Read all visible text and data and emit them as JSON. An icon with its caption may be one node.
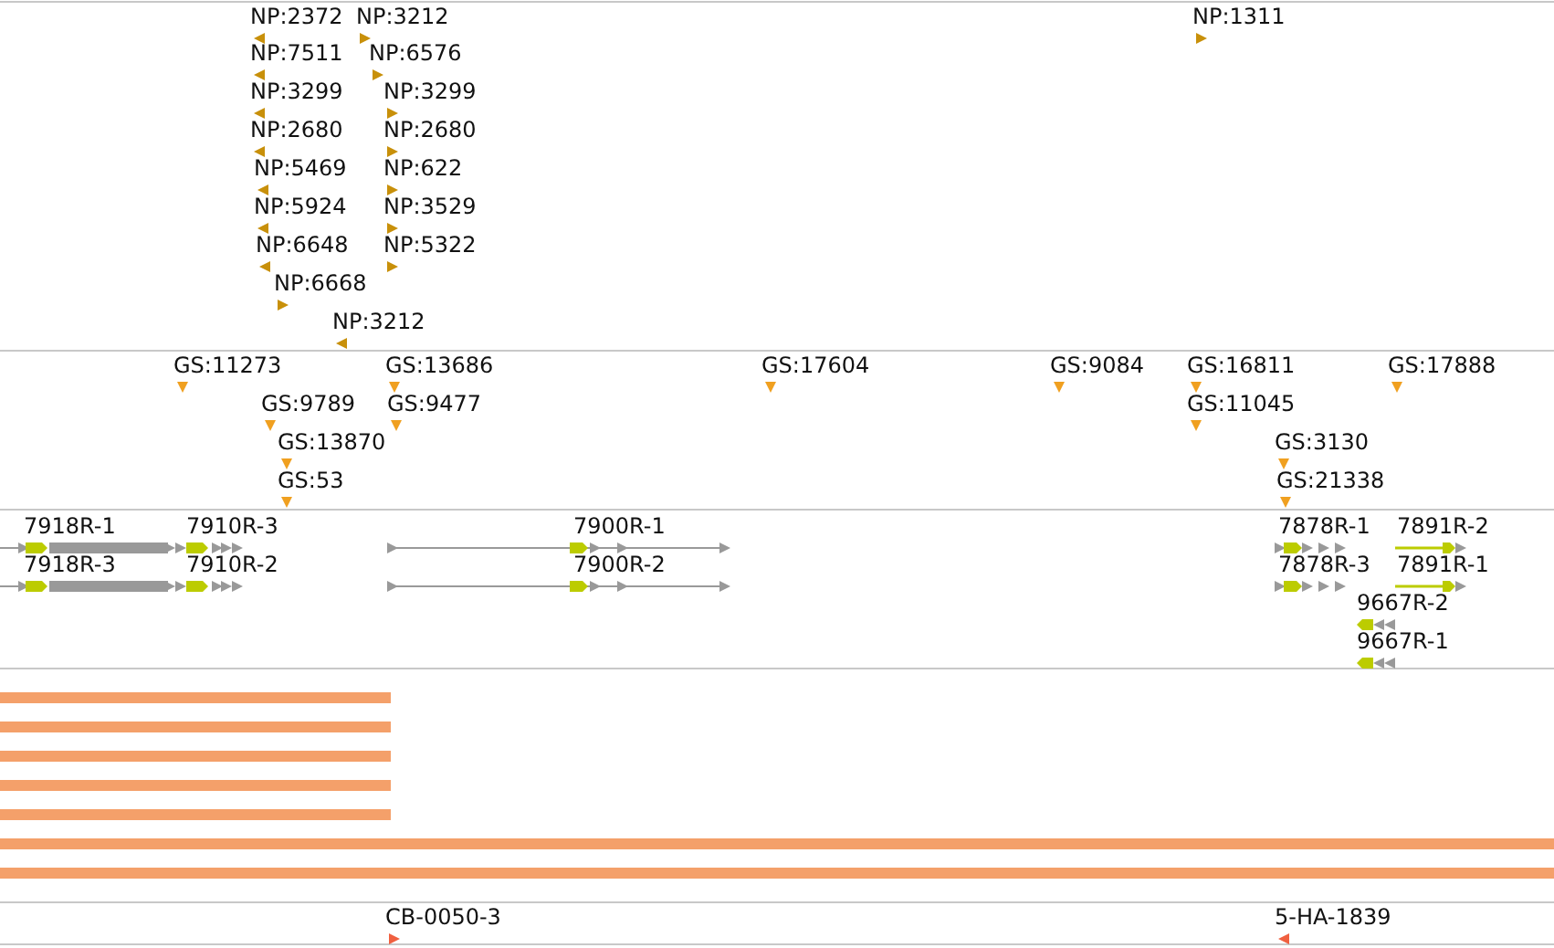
{
  "diagram": {
    "labels": [
      "NP:2372",
      "NP:3212",
      "NP:1311",
      "NP:7511",
      "NP:6576",
      "NP:3299",
      "NP:3299",
      "NP:2680",
      "NP:2680",
      "NP:5469",
      "NP:622",
      "NP:5924",
      "NP:3529",
      "NP:6648",
      "NP:5322",
      "NP:6668",
      "NP:3212",
      "GS:11273",
      "GS:13686",
      "GS:17604",
      "GS:9084",
      "GS:16811",
      "GS:17888",
      "GS:9789",
      "GS:9477",
      "GS:11045",
      "GS:13870",
      "GS:3130",
      "GS:53",
      "GS:21338",
      "7918R-1",
      "7910R-3",
      "7900R-1",
      "7878R-1",
      "7891R-2",
      "7918R-3",
      "7910R-2",
      "7900R-2",
      "7878R-3",
      "7891R-1",
      "9667R-2",
      "9667R-1",
      "CB-0050-3",
      "5-HA-1839"
    ]
  }
}
